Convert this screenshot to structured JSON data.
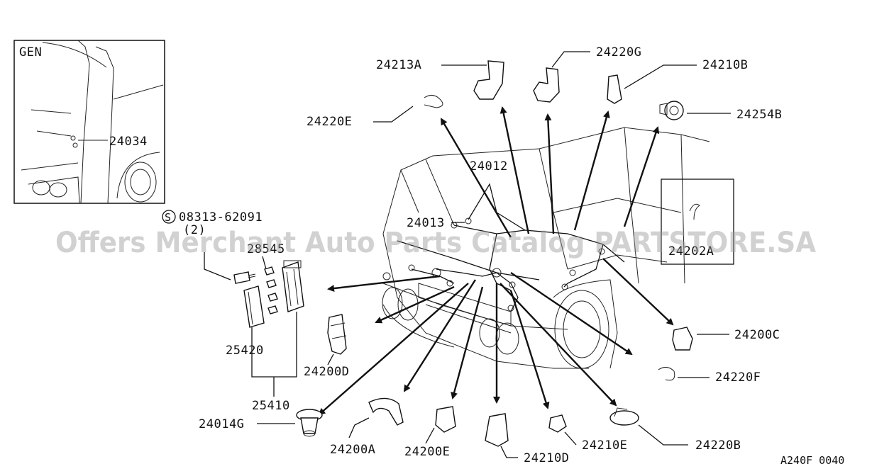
{
  "inset": {
    "title": "GEN",
    "part": "24034"
  },
  "callouts": {
    "p24213A": "24213A",
    "p24220G": "24220G",
    "p24210B": "24210B",
    "p24254B": "24254B",
    "p24220E": "24220E",
    "p24012": "24012",
    "p24013": "24013",
    "p24202A": "24202A",
    "p24200C": "24200C",
    "p24220F": "24220F",
    "p24220B": "24220B",
    "p24210E": "24210E",
    "p24210D": "24210D",
    "p24200E": "24200E",
    "p24200A": "24200A",
    "p24014G": "24014G",
    "p25410": "25410",
    "p25420": "25420",
    "p24200D": "24200D",
    "p28545": "28545",
    "bolt": "08313-62091",
    "bolt_qty": "(2)",
    "bolt_symbol": "S"
  },
  "diagram_code": "A240F 0040",
  "watermark": "Offers Merchant Auto Parts Catalog PARTSTORE.SA"
}
